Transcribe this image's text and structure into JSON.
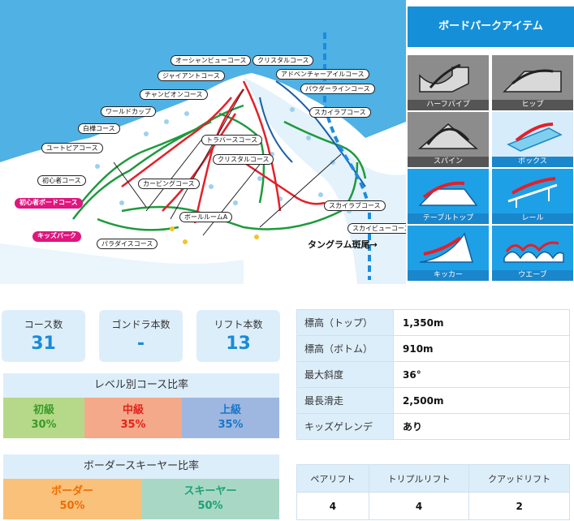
{
  "map": {
    "courses": [
      {
        "key": "ocean_view",
        "label": "オーシャンビューコース"
      },
      {
        "key": "crystal_top",
        "label": "クリスタルコース"
      },
      {
        "key": "giant",
        "label": "ジャイアントコース"
      },
      {
        "key": "adventure_isle",
        "label": "アドベンチャーアイルコース"
      },
      {
        "key": "champion",
        "label": "チャンピオンコース"
      },
      {
        "key": "powder_line",
        "label": "パウダーラインコース"
      },
      {
        "key": "world_cup",
        "label": "ワールドカップ"
      },
      {
        "key": "skylab_top",
        "label": "スカイラブコース"
      },
      {
        "key": "shirakaba",
        "label": "白樺コース"
      },
      {
        "key": "traverse",
        "label": "トラバースコース"
      },
      {
        "key": "utopia",
        "label": "ユートピアコース"
      },
      {
        "key": "crystal_mid",
        "label": "クリスタルコース"
      },
      {
        "key": "beginner",
        "label": "初心者コース"
      },
      {
        "key": "carving",
        "label": "カービングコース"
      },
      {
        "key": "skylab_low",
        "label": "スカイラブコース"
      },
      {
        "key": "ballroom_a",
        "label": "ボールルームA"
      },
      {
        "key": "paradise",
        "label": "パラダイスコース"
      },
      {
        "key": "skyview",
        "label": "スカイビューコース"
      }
    ],
    "beginner_board": "初心者ボードコース",
    "kids_park": "キッズパーク",
    "direction_label": "タングラム斑尾→"
  },
  "park": {
    "title": "ボードパークアイテム",
    "items": [
      {
        "name": "ハーフパイプ",
        "icon": "halfpipe-icon",
        "style": "gray"
      },
      {
        "name": "ヒップ",
        "icon": "hip-icon",
        "style": "gray"
      },
      {
        "name": "スパイン",
        "icon": "spine-icon",
        "style": "gray"
      },
      {
        "name": "ボックス",
        "icon": "box-icon",
        "style": "active"
      },
      {
        "name": "テーブルトップ",
        "icon": "tabletop-icon",
        "style": "blue"
      },
      {
        "name": "レール",
        "icon": "rail-icon",
        "style": "blue"
      },
      {
        "name": "キッカー",
        "icon": "kicker-icon",
        "style": "blue"
      },
      {
        "name": "ウエーブ",
        "icon": "wave-icon",
        "style": "blue"
      }
    ]
  },
  "stats": {
    "courses": {
      "label": "コース数",
      "value": "31"
    },
    "gondolas": {
      "label": "ゴンドラ本数",
      "value": "-"
    },
    "lifts": {
      "label": "リフト本数",
      "value": "13"
    }
  },
  "level_ratio": {
    "title": "レベル別コース比率",
    "beginner": {
      "label": "初級",
      "value": "30%",
      "color": "#b5d989",
      "text_color": "#3a9a2a"
    },
    "intermediate": {
      "label": "中級",
      "value": "35%",
      "color": "#f4a98a",
      "text_color": "#e2231a"
    },
    "advanced": {
      "label": "上級",
      "value": "35%",
      "color": "#9db7e0",
      "text_color": "#1a75c9"
    }
  },
  "rider_ratio": {
    "title": "ボーダースキーヤー比率",
    "boarder": {
      "label": "ボーダー",
      "value": "50%",
      "color": "#f9c17a",
      "text_color": "#ef6d00"
    },
    "skier": {
      "label": "スキーヤー",
      "value": "50%",
      "color": "#a8d8c5",
      "text_color": "#1ea07b"
    }
  },
  "info": [
    {
      "label": "標高（トップ）",
      "value": "1,350m"
    },
    {
      "label": "標高（ボトム）",
      "value": "910m"
    },
    {
      "label": "最大斜度",
      "value": "36°"
    },
    {
      "label": "最長滑走",
      "value": "2,500m"
    },
    {
      "label": "キッズゲレンデ",
      "value": "あり"
    }
  ],
  "lift_types": {
    "headers": [
      "ペアリフト",
      "トリプルリフト",
      "クアッドリフト"
    ],
    "values": [
      "4",
      "4",
      "2"
    ]
  }
}
